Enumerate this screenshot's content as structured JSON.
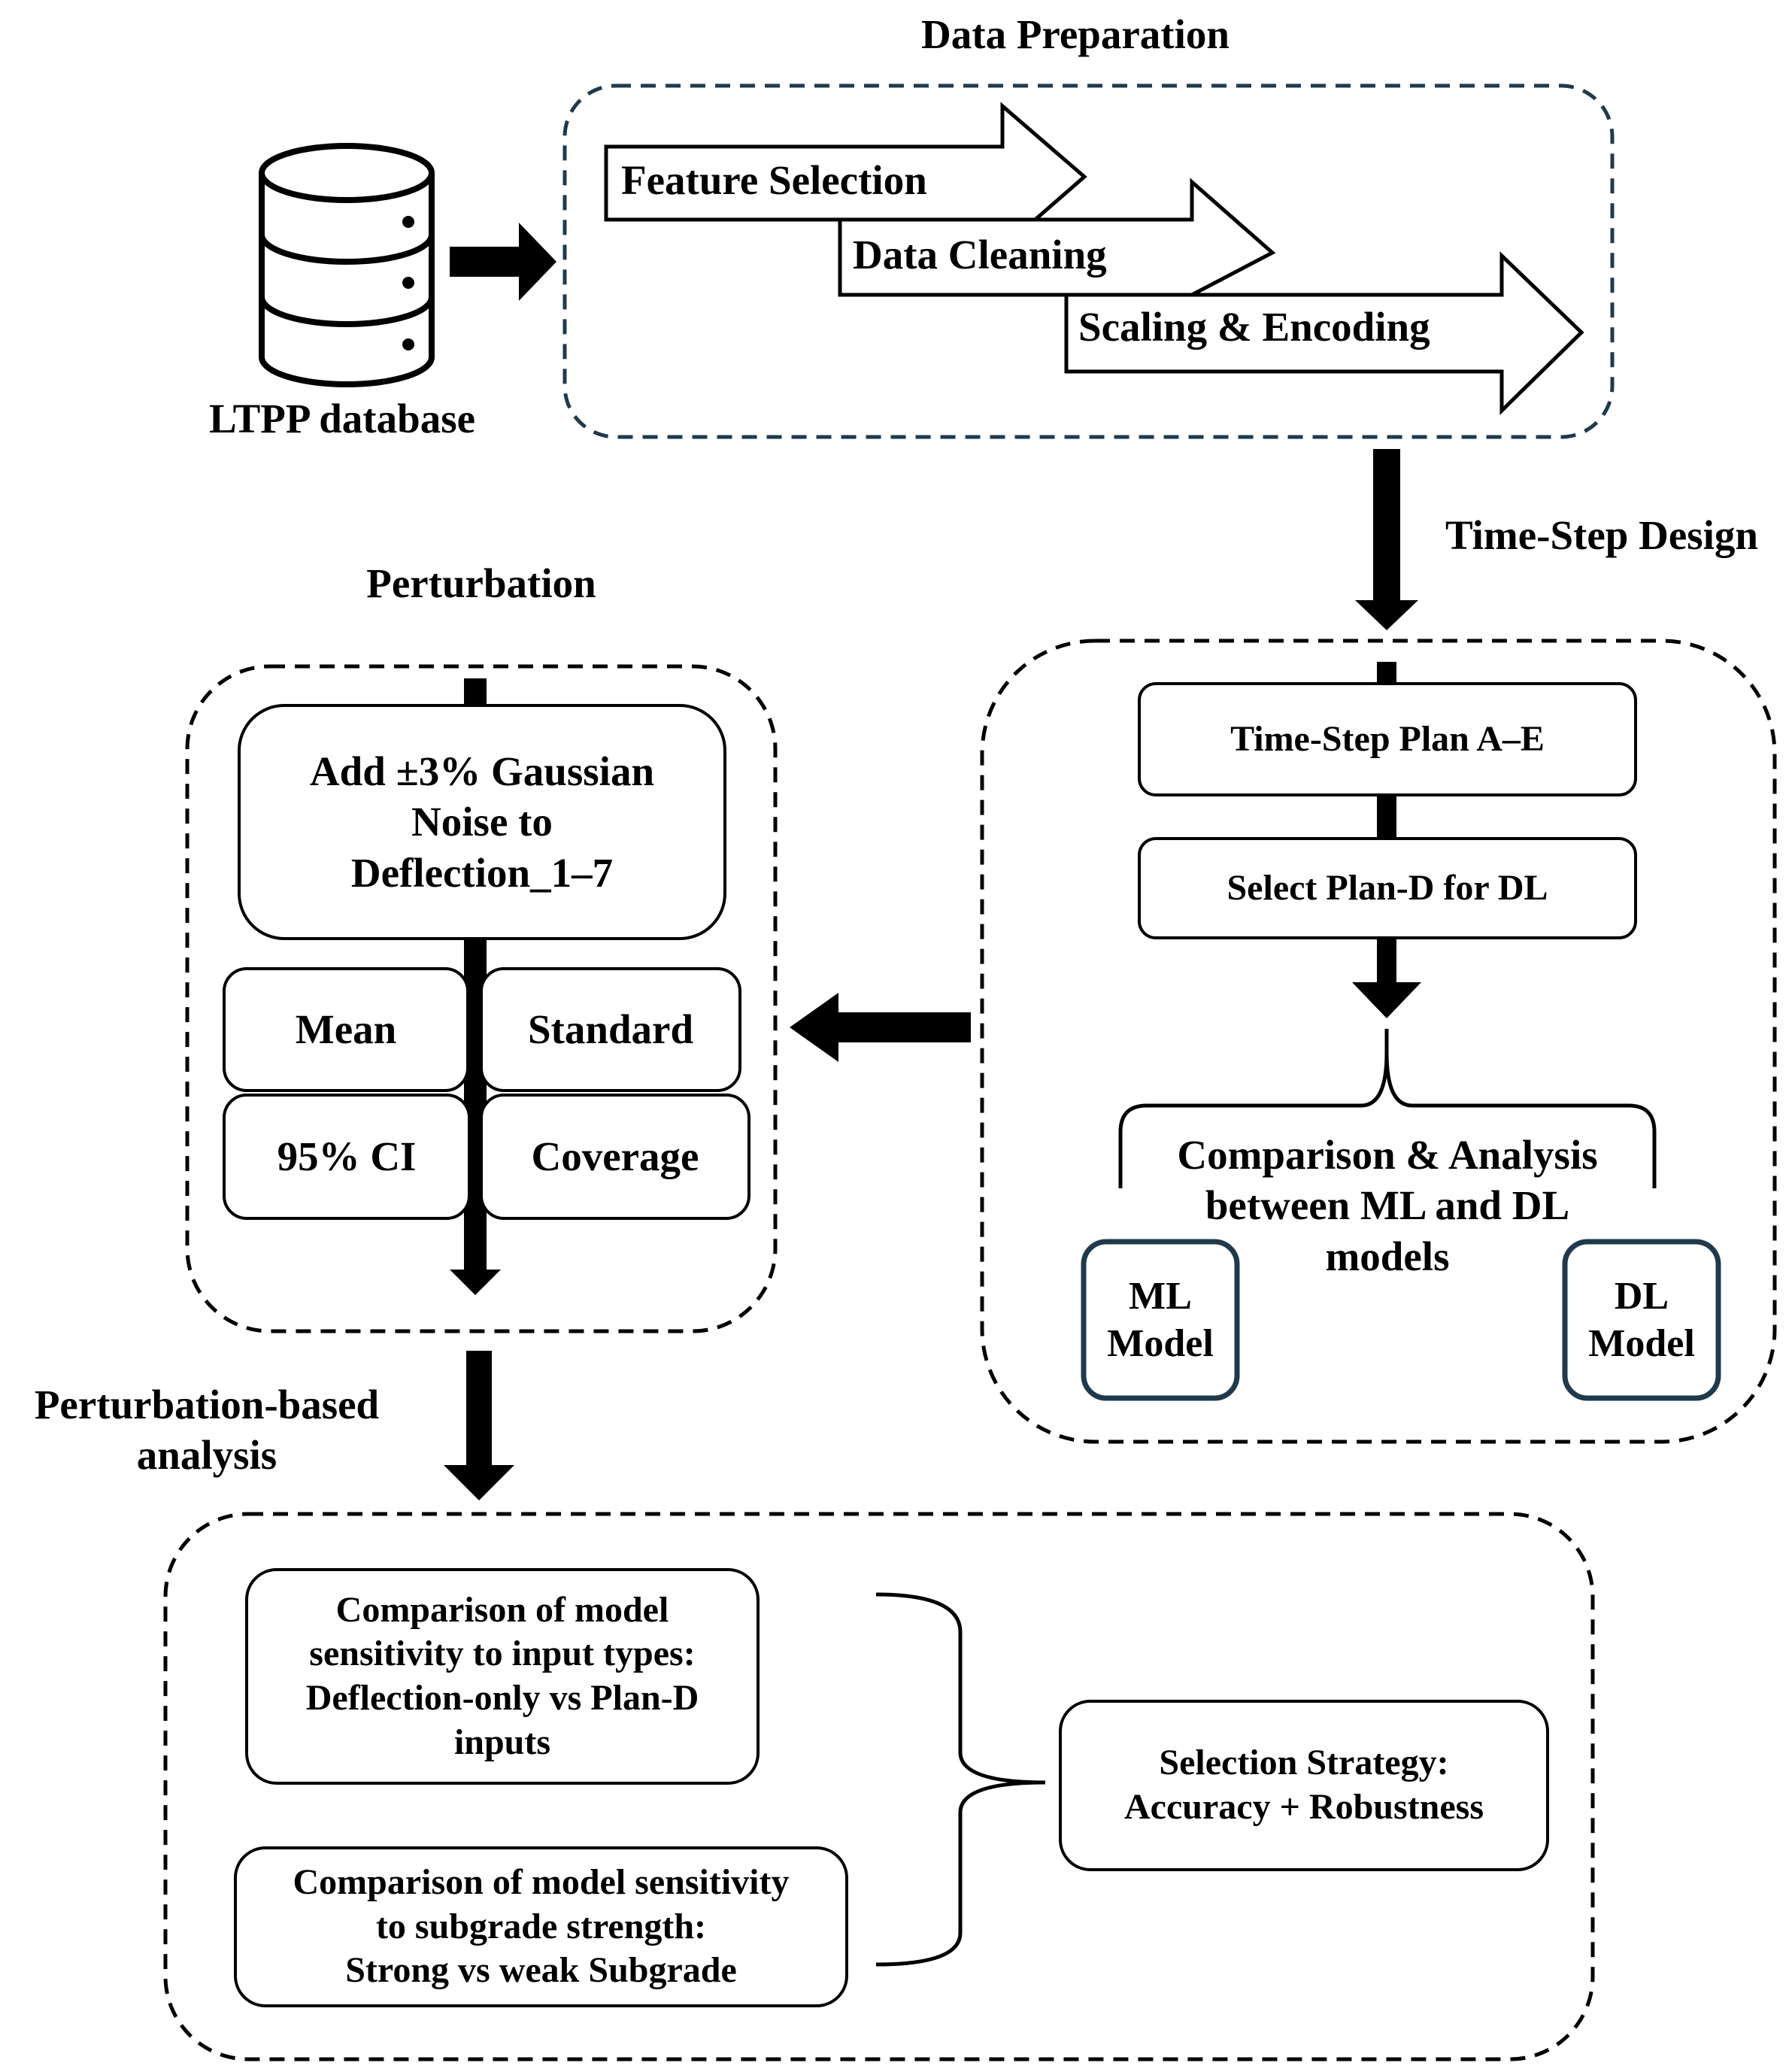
{
  "sections": {
    "data_preparation": "Data Preparation",
    "time_step_design": "Time-Step Design",
    "perturbation": "Perturbation",
    "perturbation_analysis": "Perturbation-based\nanalysis"
  },
  "database": {
    "label": "LTPP database",
    "icon": "database-icon"
  },
  "prep_steps": [
    "Feature Selection",
    "Data Cleaning",
    "Scaling & Encoding"
  ],
  "time_step": {
    "plan_box": "Time-Step Plan A–E",
    "select_box": "Select Plan-D for DL",
    "comparison": "Comparison  & Analysis\nbetween ML and DL\nmodels",
    "ml_model": "ML\nModel",
    "dl_model": "DL\nModel"
  },
  "perturbation_box": {
    "noise": "Add ±3% Gaussian\nNoise to\nDeflection_1–7",
    "metrics": [
      "Mean",
      "Standard",
      "95% CI",
      "Coverage"
    ]
  },
  "analysis": {
    "input_types": "Comparison of model\nsensitivity to input types:\nDeflection-only  vs Plan-D\ninputs",
    "subgrade": "Comparison of model sensitivity\nto subgrade strength:\nStrong vs weak Subgrade",
    "strategy": "Selection Strategy:\nAccuracy + Robustness"
  },
  "colors": {
    "prep_border": "#1f3a4d",
    "model_border": "#1f3a4d",
    "ink": "#000000"
  }
}
